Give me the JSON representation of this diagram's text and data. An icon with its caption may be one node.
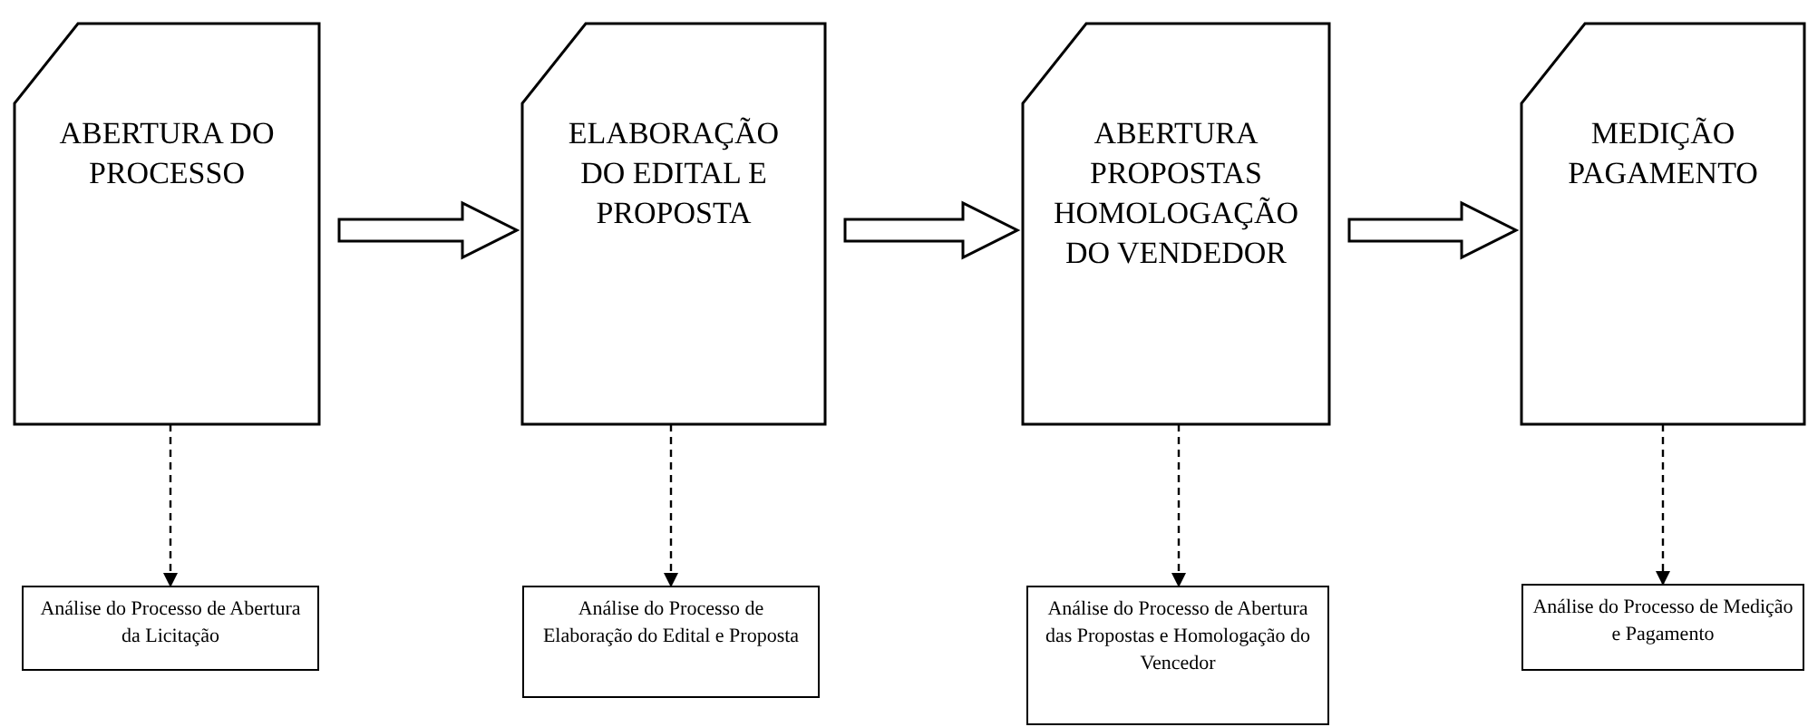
{
  "diagram": {
    "nodes": [
      {
        "text": [
          "ABERTURA DO PROCESSO"
        ]
      },
      {
        "text": [
          "ELABORAÇÃO DO EDITAL E PROPOSTA"
        ]
      },
      {
        "text": [
          "ABERTURA PROPOSTAS HOMOLOGAÇÃO DO VENDEDOR"
        ]
      },
      {
        "text": [
          "MEDIÇÃO PAGAMENTO"
        ]
      },
      {
        "text": [
          "Análise do Processo de Abertura da Licitação"
        ]
      },
      {
        "text": [
          "Análise do Processo de Elaboração do Edital e Proposta"
        ]
      },
      {
        "text": [
          "Análise do Processo de Abertura das Propostas e Homologação do Vencedor"
        ]
      },
      {
        "text": [
          "Análise do Processo de Medição e Pagamento"
        ]
      }
    ],
    "edges": [
      {
        "from": 0,
        "to": 1,
        "arrow": "to",
        "style": "thick"
      },
      {
        "from": 1,
        "to": 2,
        "arrow": "to",
        "style": "thick"
      },
      {
        "from": 2,
        "to": 3,
        "arrow": "to",
        "style": "thick"
      },
      {
        "from": 0,
        "to": 4,
        "arrow": "to",
        "style": "dashed"
      },
      {
        "from": 1,
        "to": 5,
        "arrow": "to",
        "style": "dashed"
      },
      {
        "from": 2,
        "to": 6,
        "arrow": "to",
        "style": "dashed"
      },
      {
        "from": 3,
        "to": 7,
        "arrow": "to",
        "style": "dashed"
      }
    ]
  }
}
